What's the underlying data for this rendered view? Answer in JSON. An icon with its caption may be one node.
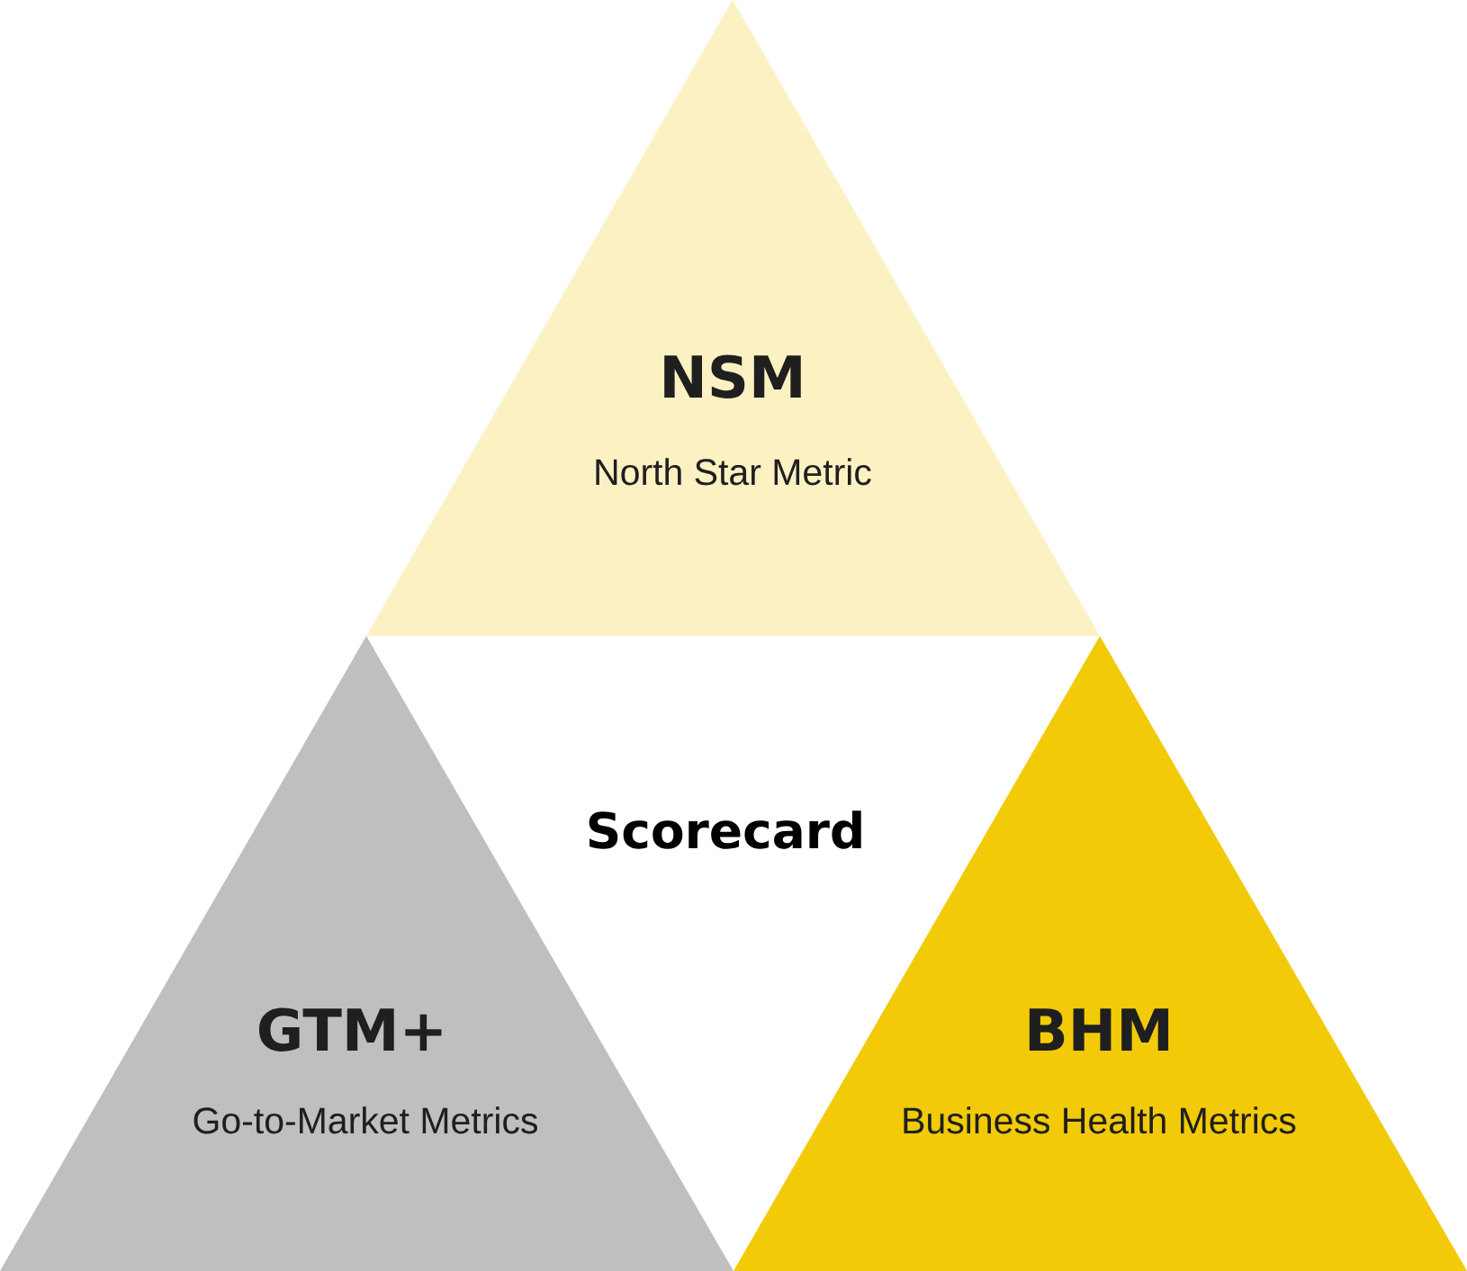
{
  "diagram": {
    "nodes": [
      {
        "text": [
          "NSM",
          "North Star Metric"
        ]
      },
      {
        "text": [
          "GTM+",
          "Go-to-Market Metrics"
        ]
      },
      {
        "text": [
          "BHM",
          "Business Health Metrics"
        ]
      }
    ],
    "labels": [
      "Scorecard"
    ]
  }
}
